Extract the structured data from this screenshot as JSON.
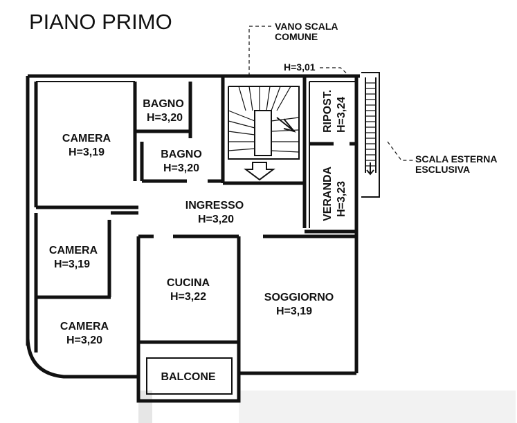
{
  "title": "PIANO PRIMO",
  "labels": {
    "vano_scala_1": "VANO SCALA",
    "vano_scala_2": "COMUNE",
    "h_301": "H=3,01",
    "scala_esterna_1": "SCALA ESTERNA",
    "scala_esterna_2": "ESCLUSIVA"
  },
  "rooms": {
    "camera_1": {
      "name": "CAMERA",
      "height": "H=3,19"
    },
    "bagno_1": {
      "name": "BAGNO",
      "height": "H=3,20"
    },
    "bagno_2": {
      "name": "BAGNO",
      "height": "H=3,20"
    },
    "ripostiglio": {
      "name": "RIPOST.",
      "height": "H=3,24"
    },
    "veranda": {
      "name": "VERANDA",
      "height": "H=3,23"
    },
    "ingresso": {
      "name": "INGRESSO",
      "height": "H=3,20"
    },
    "camera_2": {
      "name": "CAMERA",
      "height": "H=3,19"
    },
    "cucina": {
      "name": "CUCINA",
      "height": "H=3,22"
    },
    "soggiorno": {
      "name": "SOGGIORNO",
      "height": "H=3,19"
    },
    "camera_3": {
      "name": "CAMERA",
      "height": "H=3,20"
    },
    "balcone": {
      "name": "BALCONE"
    }
  }
}
